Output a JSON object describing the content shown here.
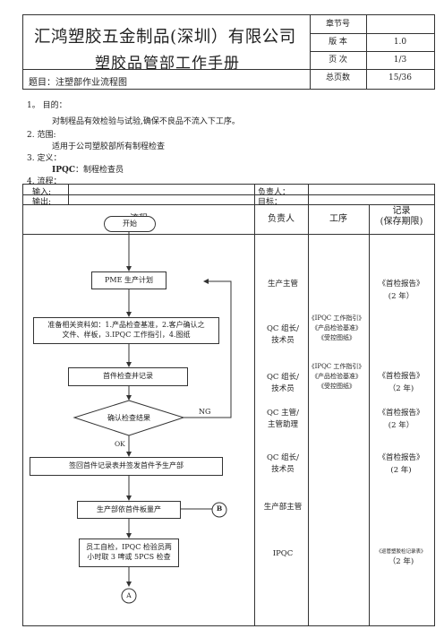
{
  "header": {
    "company": "汇鸿塑胶五金制品(深圳）有限公司",
    "manual_title": "塑胶品管部工作手册",
    "topic": "题目：注塑部作业流程图",
    "rows": [
      {
        "label": "章节号",
        "value": ""
      },
      {
        "label": "版    本",
        "value": "1.0"
      },
      {
        "label": "页    次",
        "value": "1/3"
      },
      {
        "label": "总页数",
        "value": "15/36"
      }
    ]
  },
  "sections": {
    "s1_title": "1。 目的：",
    "s1_text": "对制程品有效检验与试验,确保不良品不流入下工序。",
    "s2_title": "2. 范围:",
    "s2_text": "适用于公司塑胶部所有制程检查",
    "s3_title": "3. 定义：",
    "s3_text_bold": "IPQC",
    "s3_text": "：制程检查员",
    "s4_title": "4. 流程："
  },
  "io": {
    "input": "输入:",
    "output": "输出:",
    "owner": "负责人：",
    "target": "目标："
  },
  "columns": {
    "flow": "流程",
    "owner": "负责人",
    "process": "工序",
    "record_1": "记录",
    "record_2": "(保存期限)"
  },
  "flow": {
    "start": "开始",
    "pme": "PME 生产计划",
    "prepare_1": "准备相关资料如：1.产品检查基准，2.客户确认之",
    "prepare_2": "文件、样板，3.IPQC 工作指引，4.图纸",
    "first_check": "首件检查并记录",
    "confirm": "确认检查结果",
    "ng": "NG",
    "ok": "OK",
    "sign": "签回首件记录表并签发首件予生产部",
    "mass": "生产部依首件板量产",
    "b": "B",
    "self_1": "员工自检，IPQC 检验员两",
    "self_2": "小时取 3 啤或 5PCS 检查",
    "a": "A"
  },
  "owners": {
    "r1": "生产主管",
    "r2a": "QC 组长/",
    "r2b": "技术员",
    "r3a": "QC 组长/",
    "r3b": "技术员",
    "r4a": "QC 主管/",
    "r4b": "主管助理",
    "r5a": "QC 组长/",
    "r5b": "技术员",
    "r6": "生产部主管",
    "r7": "IPQC"
  },
  "process": {
    "p1a": "《IPQC 工作指引》",
    "p1b": "《产品检验基准》",
    "p1c": "《受控图纸》",
    "p2a": "《IPQC 工作指引》",
    "p2b": "《产品检验基准》",
    "p2c": "《受控图纸》"
  },
  "records": {
    "r1a": "《首检报告》",
    "r1b": "(2 年）",
    "r2a": "《首检报告》",
    "r2b": "（2 年)",
    "r3a": "《首检报告》",
    "r3b": "(2 年）",
    "r4a": "《首检报告》",
    "r4b": "(2 年)",
    "r5a": "《巡管塑胶检记录表》",
    "r5b": "（2 年)"
  }
}
